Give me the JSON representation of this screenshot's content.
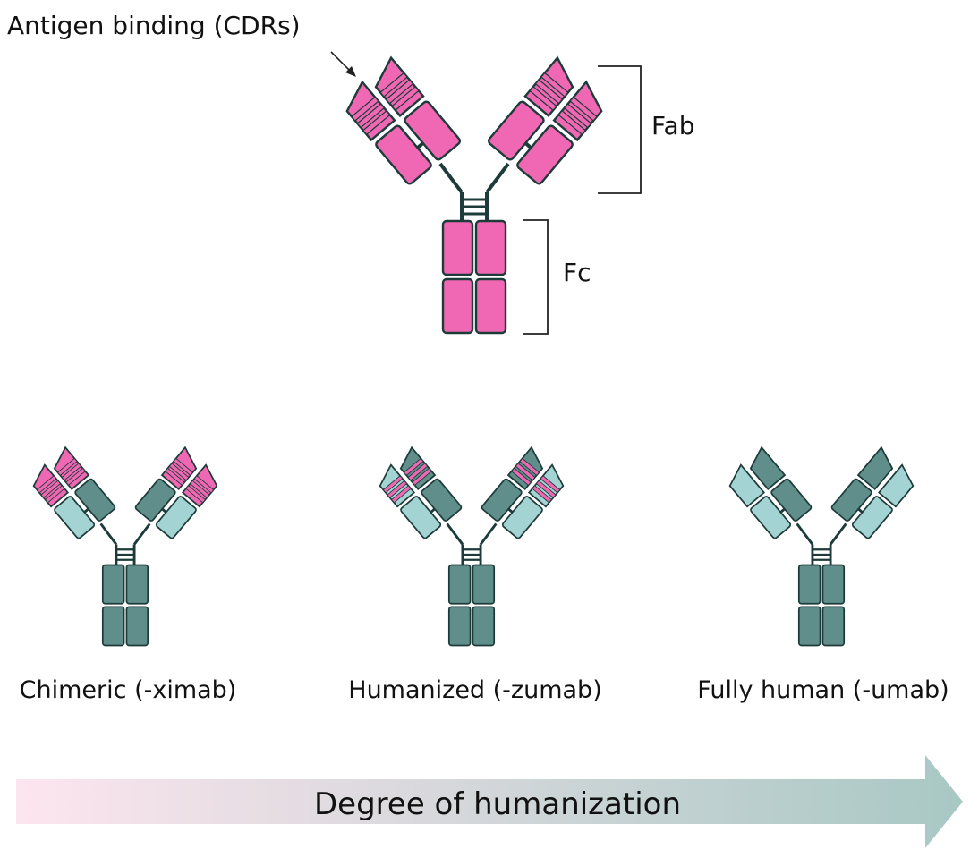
{
  "labels": {
    "antigen_binding": "Antigen binding (CDRs)",
    "fab": "Fab",
    "fc": "Fc",
    "chimeric": "Chimeric (-ximab)",
    "humanized": "Humanized (-zumab)",
    "fully_human": "Fully human (-umab)",
    "degree": "Degree of humanization"
  },
  "colors": {
    "mouse": "#f067b3",
    "human_dark": "#5f8e8b",
    "human_light": "#a3d3d2",
    "outline": "#1c3b39",
    "arrow_start": "#fde5ef",
    "arrow_end": "#a8c8c4"
  }
}
